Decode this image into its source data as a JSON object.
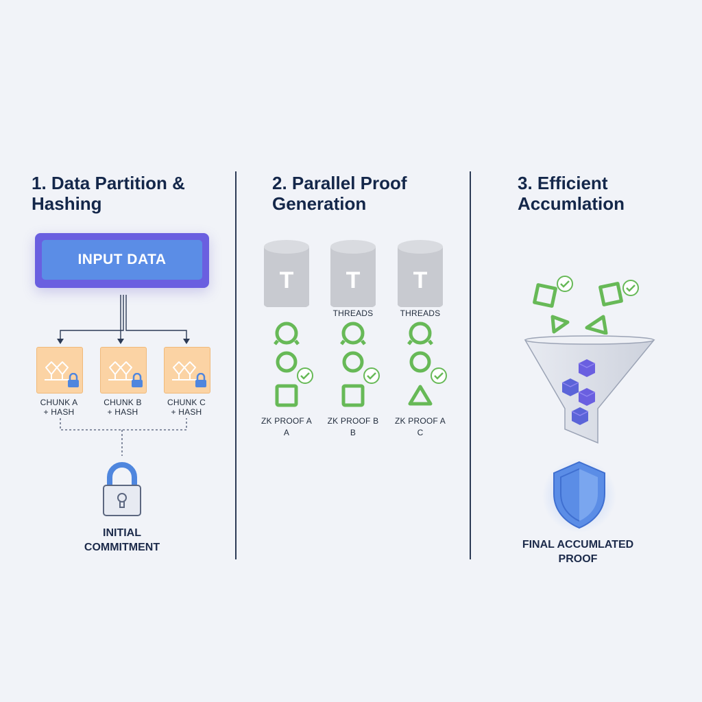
{
  "colors": {
    "background": "#f1f3f8",
    "title": "#14274a",
    "input_border": "#6a5fe0",
    "input_fill": "#5b8de6",
    "chunk_fill": "#fbd3a4",
    "lock": "#4f86de",
    "proof_green": "#67b957",
    "cylinder": "#c8cad0",
    "cube": "#6a5fe0",
    "shield": "#5b8de6"
  },
  "sections": [
    {
      "title": "1. Data Partition &\nHashing",
      "input_label": "INPUT DATA",
      "chunks": [
        {
          "label": "CHUNK A\n+ HASH"
        },
        {
          "label": "CHUNK B\n+ HASH"
        },
        {
          "label": "CHUNK C\n+ HASH"
        }
      ],
      "result_label": "INITIAL\nCOMMITMENT"
    },
    {
      "title": "2. Parallel Proof\nGeneration",
      "threads": [
        {
          "letter": "T",
          "caption": "",
          "proof_label": "ZK PROOF A\nA",
          "bottom_shape": "square"
        },
        {
          "letter": "T",
          "caption": "THREADS",
          "proof_label": "ZK PROOF B\nB",
          "bottom_shape": "square"
        },
        {
          "letter": "T",
          "caption": "THREADS",
          "proof_label": "ZK PROOF A\nC",
          "bottom_shape": "triangle"
        }
      ]
    },
    {
      "title": "3. Efficient\nAccumlation",
      "result_label": "FINAL ACCUMLATED\nPROOF"
    }
  ],
  "icons": [
    "chunk-network-icon",
    "padlock-icon",
    "checkmark-icon",
    "funnel-icon",
    "cube-icon",
    "shield-icon",
    "database-cylinder-icon"
  ]
}
